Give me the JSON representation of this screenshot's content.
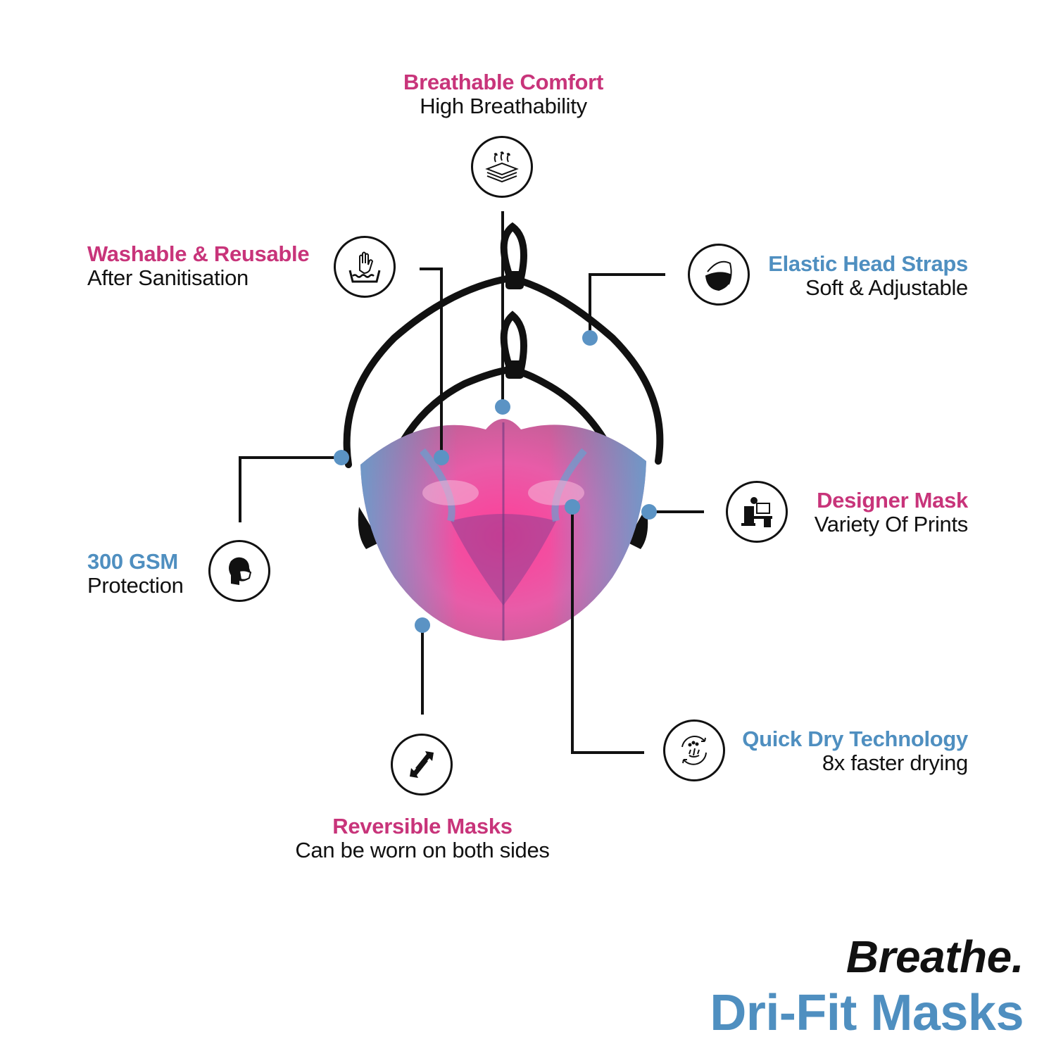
{
  "colors": {
    "pink_accent": "#c8347a",
    "blue_accent": "#4f8fc0",
    "mask_pink": "#ee4fa0",
    "mask_blue": "#62a6cc",
    "strap": "#111111"
  },
  "features": {
    "breathable": {
      "title": "Breathable Comfort",
      "subtitle": "High Breathability",
      "icon": "breathable-fabric-icon"
    },
    "washable": {
      "title": "Washable & Reusable",
      "subtitle": "After Sanitisation",
      "icon": "hand-wash-icon"
    },
    "elastic": {
      "title": "Elastic Head Straps",
      "subtitle": "Soft & Adjustable",
      "icon": "face-mask-icon"
    },
    "gsm": {
      "title": "300 GSM",
      "subtitle": "Protection",
      "icon": "head-with-mask-icon"
    },
    "designer": {
      "title": "Designer Mask",
      "subtitle": "Variety Of Prints",
      "icon": "designer-desk-icon"
    },
    "quickdry": {
      "title": "Quick Dry Technology",
      "subtitle": "8x faster drying",
      "icon": "quick-dry-icon"
    },
    "reversible": {
      "title": "Reversible Masks",
      "subtitle": "Can be worn on both sides",
      "icon": "reverse-arrows-icon"
    }
  },
  "brand": {
    "tagline": "Breathe.",
    "product": "Dri-Fit Masks"
  }
}
